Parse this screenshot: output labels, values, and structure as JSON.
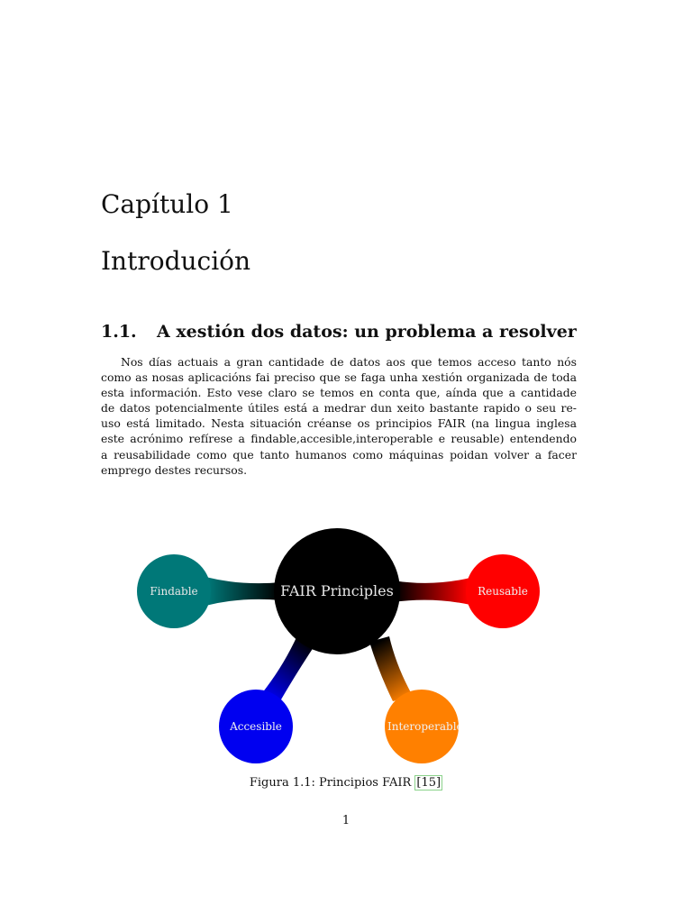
{
  "chapter_label": "Capítulo 1",
  "chapter_title": "Introdución",
  "section": {
    "number": "1.1.",
    "title": "A xestión dos datos: un problema a resolver"
  },
  "paragraph_lines": [
    "Nos días actuais a gran cantidade de datos aos que temos acceso tanto nós",
    "como as nosas aplicacións fai preciso que se faga unha xestión organizada de toda",
    "esta información. Esto vese claro se temos en conta que, aínda que a cantidade",
    "de datos potencialmente útiles está a medrar dun xeito bastante rapido o seu re-",
    "uso está limitado. Nesta situación créanse os principios FAIR (na lingua inglesa",
    "este acrónimo refírese a findable,accesible,interoperable e reusable) entendendo",
    "a reusabilidade como que tanto humanos como máquinas poidan volver a facer",
    "emprego destes recursos."
  ],
  "diagram": {
    "center": "FAIR Principles",
    "nodes": [
      {
        "label": "Findable",
        "color": "#007878"
      },
      {
        "label": "Reusable",
        "color": "#ff0000"
      },
      {
        "label": "Accesible",
        "color": "#0000f0"
      },
      {
        "label": "Interoperable",
        "color": "#ff8000"
      }
    ]
  },
  "caption": {
    "prefix": "Figura 1.1: Principios FAIR ",
    "cite_open": "[",
    "cite_num": "15",
    "cite_close": "]"
  },
  "page_number": "1"
}
